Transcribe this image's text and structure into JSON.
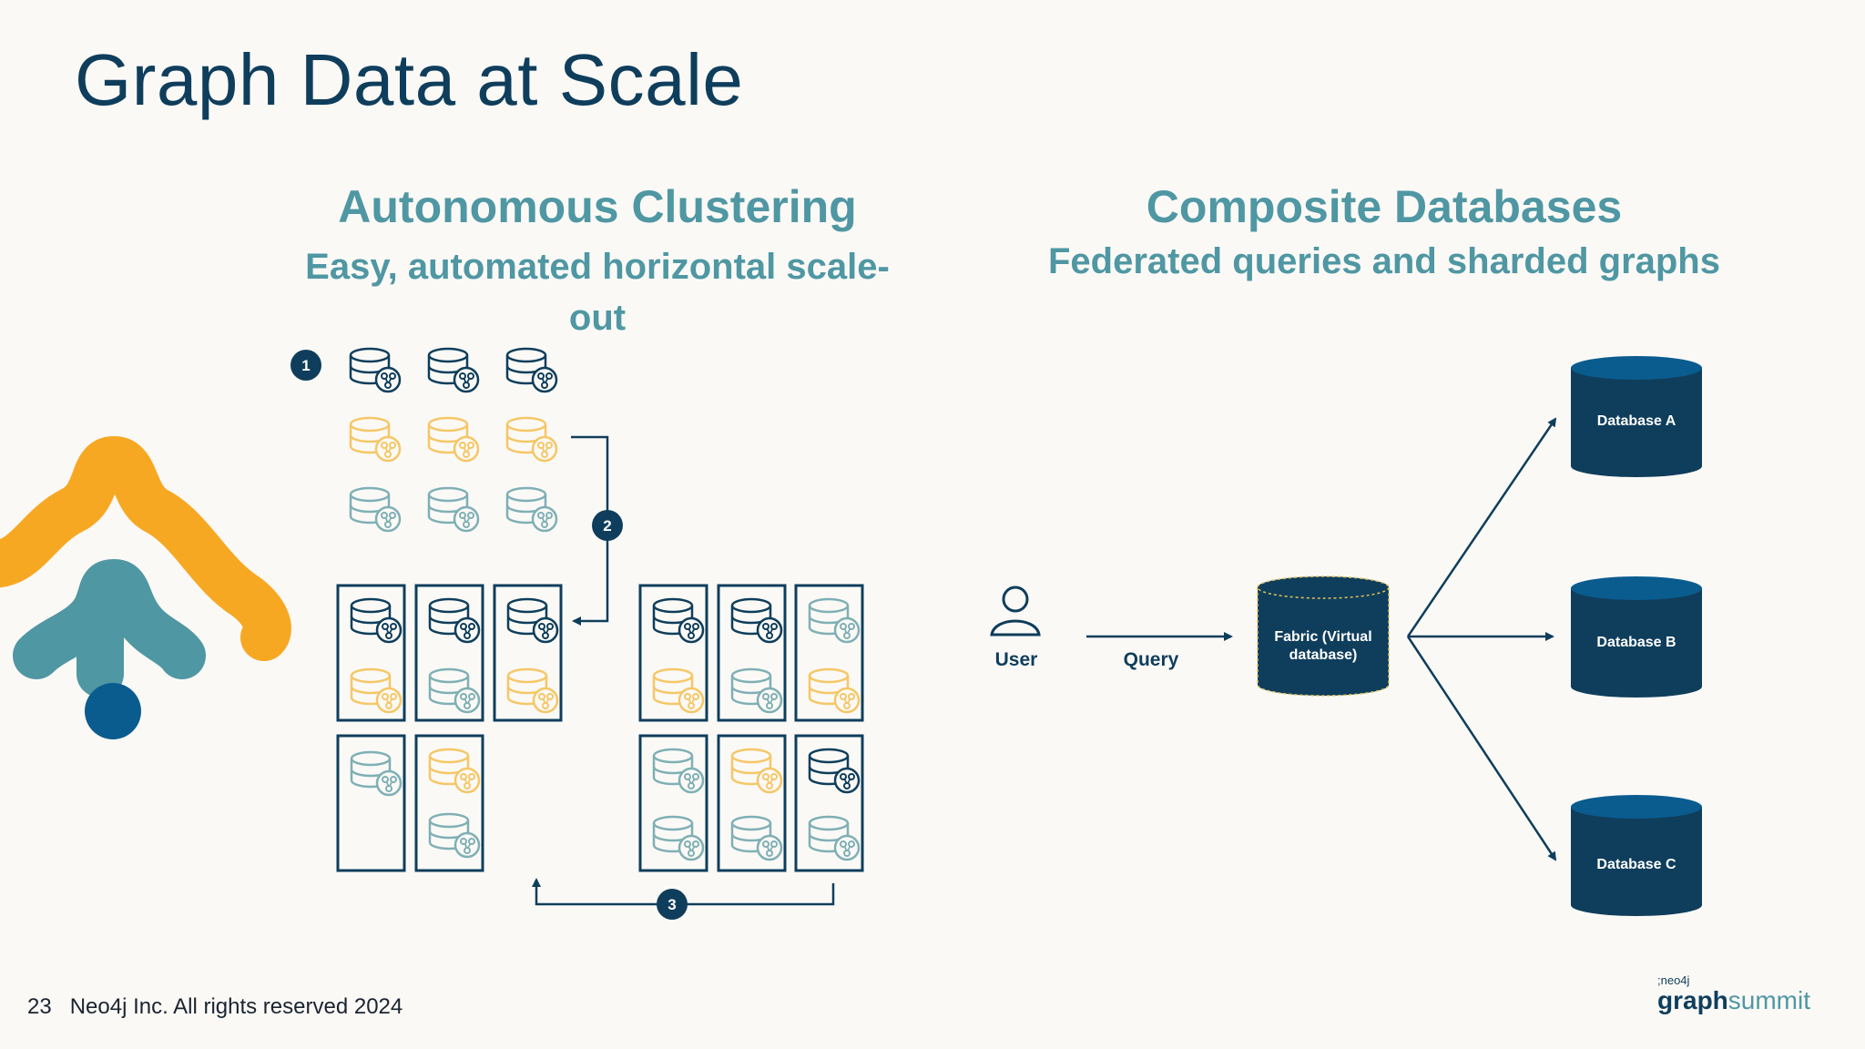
{
  "title": "Graph Data at Scale",
  "left": {
    "title": "Autonomous Clustering",
    "subtitle": "Easy, automated horizontal scale-out",
    "steps": [
      "1",
      "2",
      "3"
    ]
  },
  "right": {
    "title": "Composite Databases",
    "subtitle": "Federated queries and sharded graphs",
    "user_label": "User",
    "query_label": "Query",
    "fabric_label_line1": "Fabric (Virtual",
    "fabric_label_line2": "database)",
    "databases": [
      "Database A",
      "Database B",
      "Database C"
    ]
  },
  "footer": {
    "page": "23",
    "copyright": "Neo4j Inc. All rights reserved 2024"
  },
  "brand": {
    "small": ";neo4j",
    "graph": "graph",
    "summit": "summit"
  },
  "colors": {
    "navy": "#0f3e5c",
    "teal": "#4f97a3",
    "yellow": "#f5c767",
    "orange": "#f7a823",
    "logo_blue": "#0a5c8f"
  },
  "icons": {
    "server": "database-server-icon",
    "user": "user-icon"
  }
}
